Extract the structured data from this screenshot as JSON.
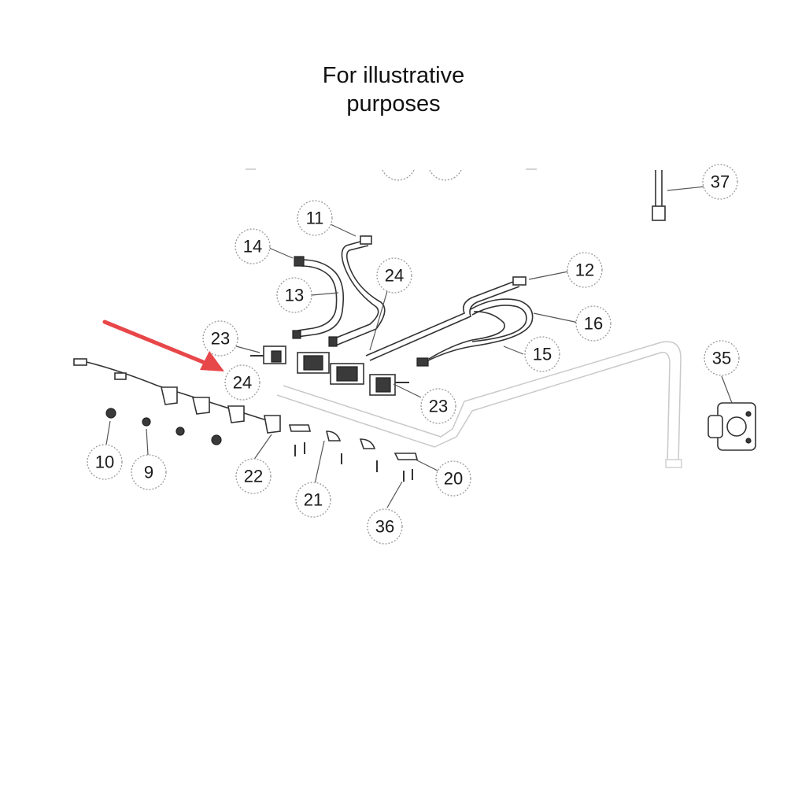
{
  "caption": {
    "line1": "For illustrative",
    "line2": "purposes"
  },
  "callouts": [
    {
      "id": "c11",
      "label": "11"
    },
    {
      "id": "c14",
      "label": "14"
    },
    {
      "id": "c24a",
      "label": "24"
    },
    {
      "id": "c13",
      "label": "13"
    },
    {
      "id": "c12",
      "label": "12"
    },
    {
      "id": "c16",
      "label": "16"
    },
    {
      "id": "c15",
      "label": "15"
    },
    {
      "id": "c23a",
      "label": "23"
    },
    {
      "id": "c24b",
      "label": "24"
    },
    {
      "id": "c23b",
      "label": "23"
    },
    {
      "id": "c35",
      "label": "35"
    },
    {
      "id": "c37",
      "label": "37"
    },
    {
      "id": "c10",
      "label": "10"
    },
    {
      "id": "c9",
      "label": "9"
    },
    {
      "id": "c22",
      "label": "22"
    },
    {
      "id": "c21",
      "label": "21"
    },
    {
      "id": "c20",
      "label": "20"
    },
    {
      "id": "c36",
      "label": "36"
    }
  ],
  "highlight_arrow_color": "#e8474a"
}
